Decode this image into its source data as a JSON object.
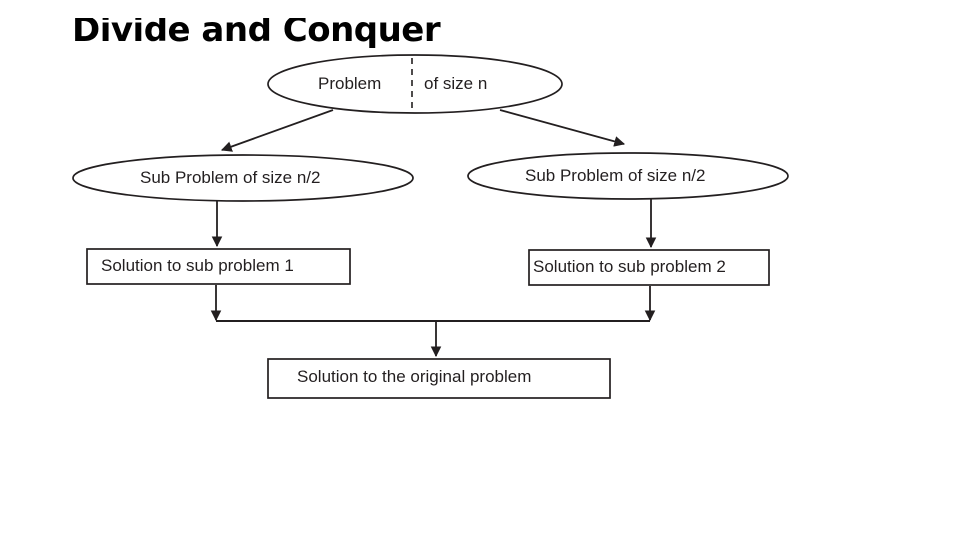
{
  "slide": {
    "title": "Divide and Conquer",
    "background_color": "#ffffff"
  },
  "diagram": {
    "type": "flowchart",
    "stroke_color": "#231f20",
    "text_color": "#231f20",
    "fill_color": "#ffffff",
    "nodes": {
      "root_ellipse": {
        "shape": "ellipse",
        "text_left": "Problem",
        "text_right": "of size n",
        "divider": "dashed-vertical"
      },
      "sub_left_ellipse": {
        "shape": "ellipse",
        "text": "Sub Problem of size n/2"
      },
      "sub_right_ellipse": {
        "shape": "ellipse",
        "text": "Sub Problem of size n/2"
      },
      "solution_left_box": {
        "shape": "rectangle",
        "text": "Solution to sub problem 1"
      },
      "solution_right_box": {
        "shape": "rectangle",
        "text": "Solution to sub problem 2"
      },
      "final_box": {
        "shape": "rectangle",
        "text": "Solution to the original problem"
      }
    },
    "edges": [
      {
        "name": "root-to-sub-left",
        "style": "diagonal-arrow",
        "direction": "down-left"
      },
      {
        "name": "root-to-sub-right",
        "style": "diagonal-arrow",
        "direction": "down-right"
      },
      {
        "name": "sub-left-to-solution-left",
        "style": "vertical-arrow",
        "direction": "down"
      },
      {
        "name": "sub-right-to-solution-right",
        "style": "vertical-arrow",
        "direction": "down"
      },
      {
        "name": "solution-left-to-merge",
        "style": "vertical-arrow",
        "direction": "down"
      },
      {
        "name": "solution-right-to-merge",
        "style": "vertical-arrow",
        "direction": "down"
      },
      {
        "name": "merge-to-final",
        "style": "vertical-arrow",
        "direction": "down"
      }
    ]
  }
}
